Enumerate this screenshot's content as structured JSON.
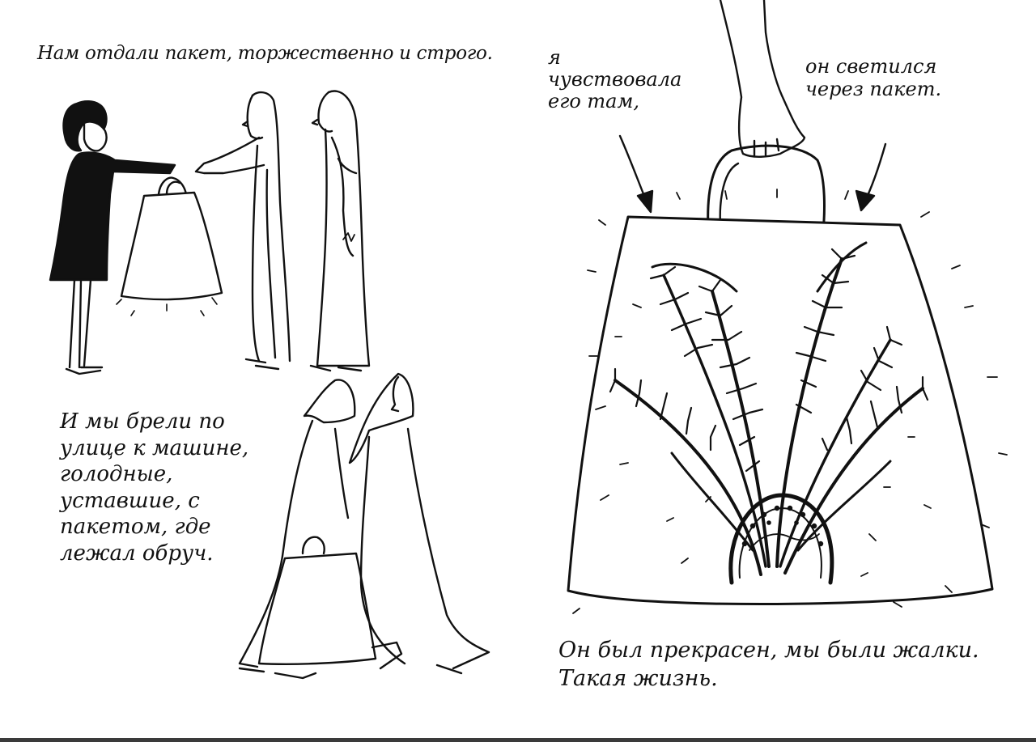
{
  "captions": {
    "handover": "Нам отдали пакет, торжественно и строго.",
    "walk": "И мы брели по\nулице к машине,\nголодные,\nуставшие, с\nпакетом, где\nлежал обруч.",
    "felt": "я\nчувствовала\nего там,",
    "glow": "он светился\nчерез пакет.",
    "final": "Он был прекрасен, мы были жалки.\nТакая жизнь."
  },
  "colors": {
    "ink": "#111111",
    "paper": "#ffffff"
  }
}
